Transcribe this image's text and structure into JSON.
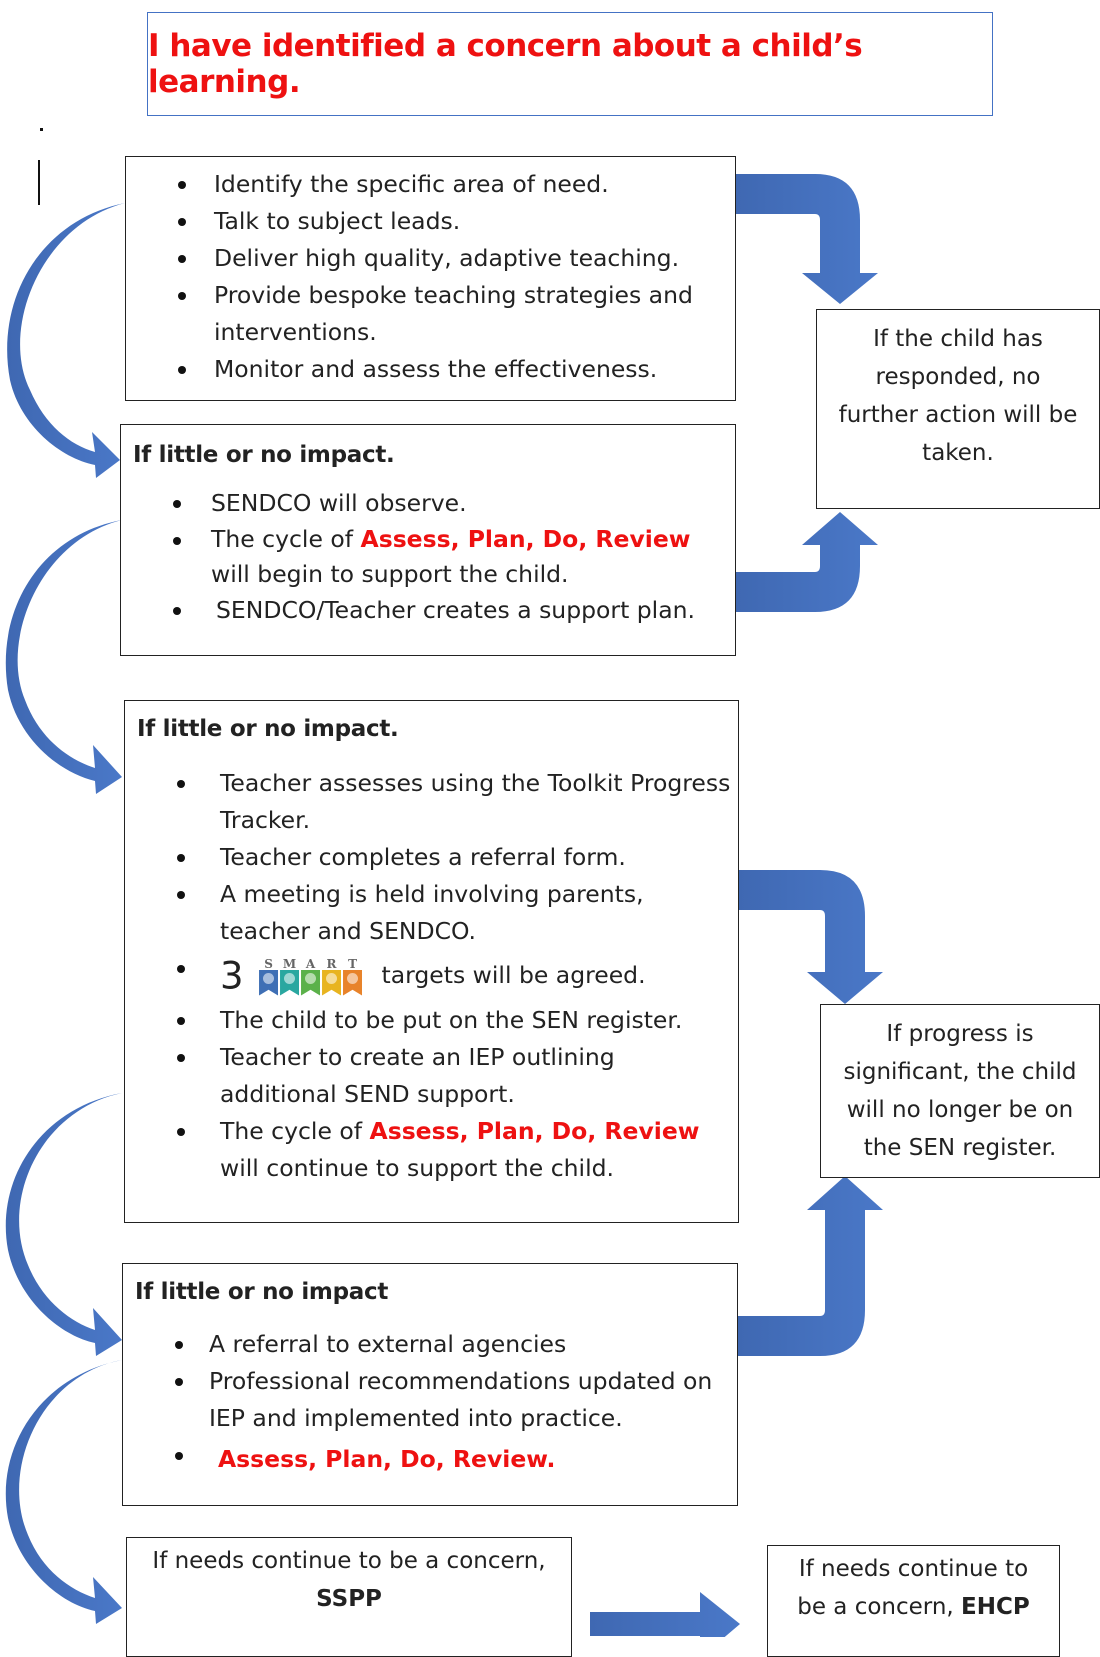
{
  "title": "I have identified a concern about a child’s learning.",
  "stage1": {
    "items": [
      "Identify the specific area of need.",
      "Talk to subject leads.",
      "Deliver high quality, adaptive teaching.",
      "Provide bespoke teaching strategies and interventions.",
      "Monitor and assess the effectiveness."
    ]
  },
  "stage2": {
    "heading": "If little or no impact.",
    "item1": "SENDCO will observe.",
    "item2_pre": "The cycle of ",
    "item2_red": "Assess, Plan, Do, Review",
    "item2_post": " will begin to support the child.",
    "item3": "SENDCO/Teacher creates a support plan."
  },
  "stage3": {
    "heading": "If little or no impact.",
    "item1": "Teacher assesses using the Toolkit Progress Tracker.",
    "item2": "Teacher completes a referral form.",
    "item3": "A meeting is held involving parents, teacher and SENDCO.",
    "item4_number": "3",
    "item4_badges": [
      "S",
      "M",
      "A",
      "R",
      "T"
    ],
    "item4_text": "targets will be agreed.",
    "item5": "The child to be put on the SEN register.",
    "item6": "Teacher to create an IEP outlining additional SEND support.",
    "item7_pre": "The cycle of ",
    "item7_red": "Assess, Plan, Do, Review",
    "item7_post": " will continue to support the child."
  },
  "stage4": {
    "heading": "If little or no impact",
    "item1": "A referral to external agencies",
    "item2": "Professional recommendations updated on IEP and implemented into practice.",
    "item3_red": "Assess, Plan, Do, Review."
  },
  "side1": "If the child has responded, no further action will be taken.",
  "side2": "If progress is significant, the child will no longer be on the SEN register.",
  "bottom1": {
    "text": "If needs continue to be a concern,",
    "bold": "SSPP"
  },
  "bottom2": {
    "text": "If needs continue to be a concern, ",
    "bold": "EHCP"
  },
  "colors": {
    "title_red": "#ee1111",
    "arrow_blue": "#4472c4",
    "title_border": "#4472c4",
    "badge_colors": [
      "#3f6fb5",
      "#2aa7a0",
      "#5bb14a",
      "#e8b420",
      "#e8832a"
    ]
  }
}
